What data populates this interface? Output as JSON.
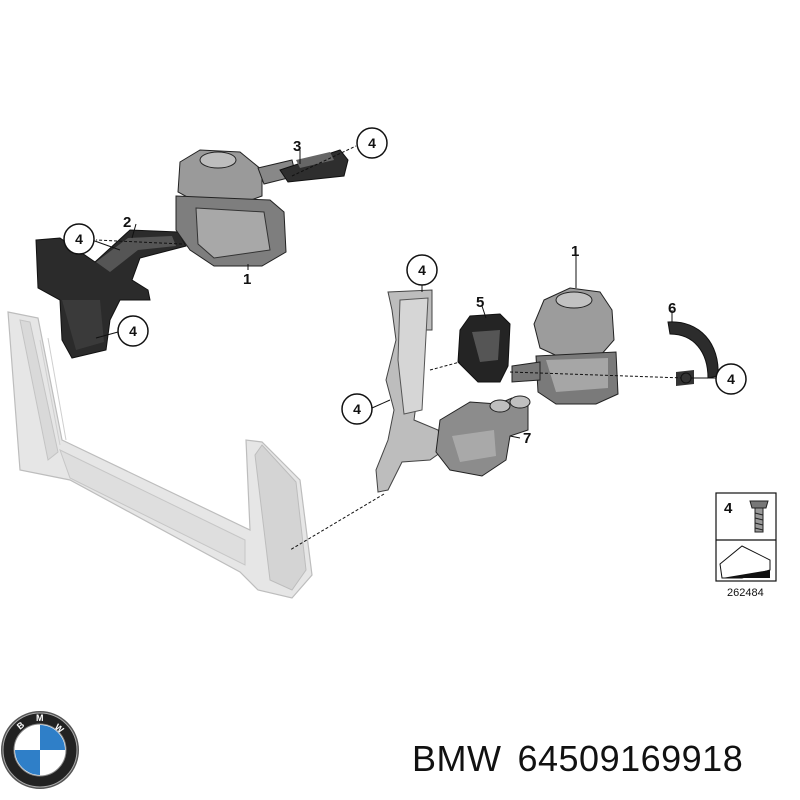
{
  "diagram": {
    "callouts": {
      "pump_top_label": "1",
      "bracket_left_label": "2",
      "clamp_top_label": "3",
      "clip_mid_label": "5",
      "clamp_right_label": "6",
      "valve_label": "7",
      "pump_right_label": "1",
      "screw_circles": [
        "4",
        "4",
        "4",
        "4",
        "4",
        "4"
      ]
    },
    "legend": {
      "item_number": "4",
      "reference_code": "262484"
    }
  },
  "caption": {
    "brand": "BMW",
    "part_number": "64509169918"
  },
  "colors": {
    "line": "#111111",
    "part_dark": "#2a2a2a",
    "part_mid": "#8a8a8a",
    "part_light": "#cfcfcf",
    "radiator": "#e4e4e4",
    "bmw_blue": "#2f7fc8"
  }
}
